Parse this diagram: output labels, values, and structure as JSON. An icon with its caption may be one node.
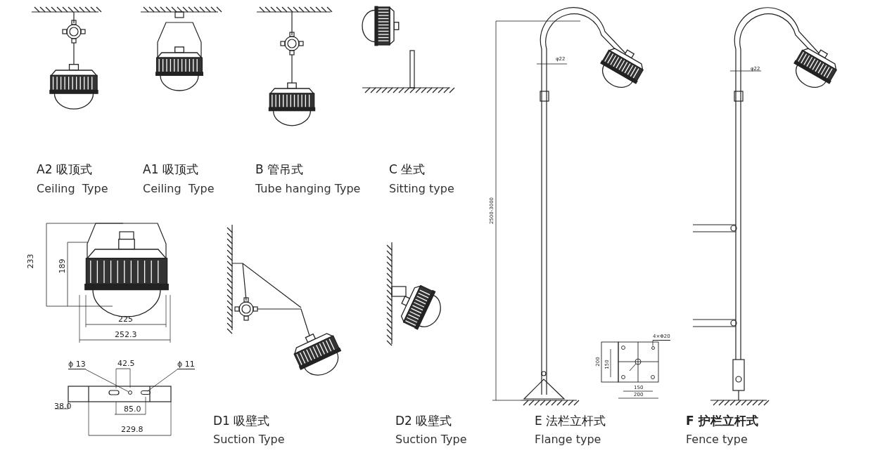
{
  "diagram": {
    "nodes": [
      {
        "text": [
          "ϕ 13"
        ]
      },
      {
        "text": [
          "ϕ 11"
        ]
      },
      {
        "text": [
          "4×Φ20"
        ]
      },
      {
        "text": [],
        "shape": "circle"
      },
      {
        "text": [],
        "shape": "box"
      },
      {
        "text": [],
        "shape": "circle"
      }
    ],
    "edges": [
      {
        "from": 0,
        "to": 3,
        "arrow": "none"
      },
      {
        "from": 1,
        "to": 4,
        "arrow": "none"
      },
      {
        "from": 2,
        "to": 5,
        "arrow": "none"
      }
    ],
    "labels": [
      "A2 吸顶式",
      "Ceiling  Type",
      "A1 吸顶式",
      "Ceiling  Type",
      "B 管吊式",
      "Tube hanging Type",
      "C 坐式",
      "Sitting type",
      "φ22",
      "2500-3000",
      "φ22",
      "233",
      "189",
      "225",
      "252.3",
      "42.5",
      "38.0",
      "85.0",
      "229.8",
      "200",
      "150",
      "150",
      "200",
      "D1 吸壁式",
      "Suction Type",
      "D2 吸壁式",
      "Suction Type",
      "E 法栏立杆式",
      "Flange type",
      "F 护栏立杆式",
      "Fence type"
    ]
  }
}
